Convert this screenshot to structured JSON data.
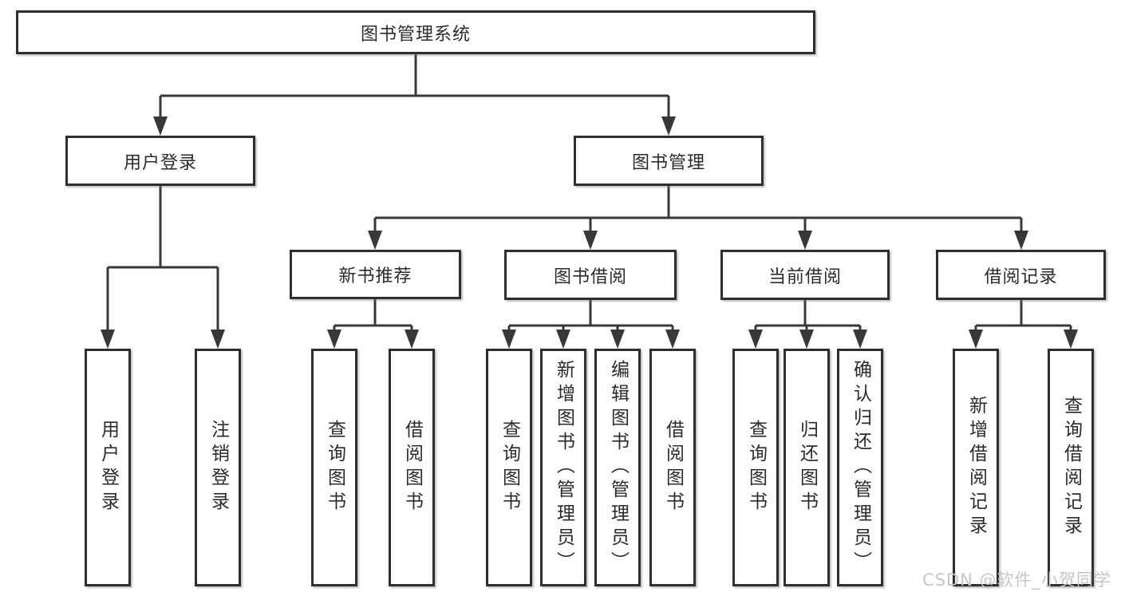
{
  "diagram": {
    "type": "hierarchy-tree",
    "colors": {
      "line": "#383838",
      "box_border": "#2f2f2f",
      "box_fill": "#ffffff",
      "text": "#2b2b2b",
      "watermark": "#c6c6c6",
      "background": "#ffffff"
    },
    "tree": {
      "root": {
        "label": "图书管理系统"
      },
      "level2": [
        {
          "id": "user-login-group",
          "label": "用户登录"
        },
        {
          "id": "book-management",
          "label": "图书管理"
        }
      ],
      "level3": [
        {
          "id": "new-book-recommend",
          "label": "新书推荐",
          "parent": "图书管理"
        },
        {
          "id": "book-borrowing",
          "label": "图书借阅",
          "parent": "图书管理"
        },
        {
          "id": "current-borrowing",
          "label": "当前借阅",
          "parent": "图书管理"
        },
        {
          "id": "borrowing-records",
          "label": "借阅记录",
          "parent": "图书管理"
        }
      ],
      "leaves": [
        {
          "id": "user-login",
          "label": "用户登录",
          "parent": "用户登录"
        },
        {
          "id": "logout",
          "label": "注销登录",
          "parent": "用户登录"
        },
        {
          "id": "query-books-recommend",
          "label": "查询图书",
          "parent": "新书推荐"
        },
        {
          "id": "borrow-books-recommend",
          "label": "借阅图书",
          "parent": "新书推荐"
        },
        {
          "id": "query-books-borrowing",
          "label": "查询图书",
          "parent": "图书借阅"
        },
        {
          "id": "add-books-admin",
          "label": "新增图书（管理员）",
          "parent": "图书借阅"
        },
        {
          "id": "edit-books-admin",
          "label": "编辑图书（管理员）",
          "parent": "图书借阅"
        },
        {
          "id": "borrow-books-borrowing",
          "label": "借阅图书",
          "parent": "图书借阅"
        },
        {
          "id": "query-books-current",
          "label": "查询图书",
          "parent": "当前借阅"
        },
        {
          "id": "return-books",
          "label": "归还图书",
          "parent": "当前借阅"
        },
        {
          "id": "confirm-return-admin",
          "label": "确认归还（管理员）",
          "parent": "当前借阅"
        },
        {
          "id": "add-borrow-record",
          "label": "新增借阅记录",
          "parent": "借阅记录"
        },
        {
          "id": "query-borrow-record",
          "label": "查询借阅记录",
          "parent": "借阅记录"
        }
      ]
    },
    "watermark": {
      "text": "CSDN @软件_小贺同学"
    }
  }
}
